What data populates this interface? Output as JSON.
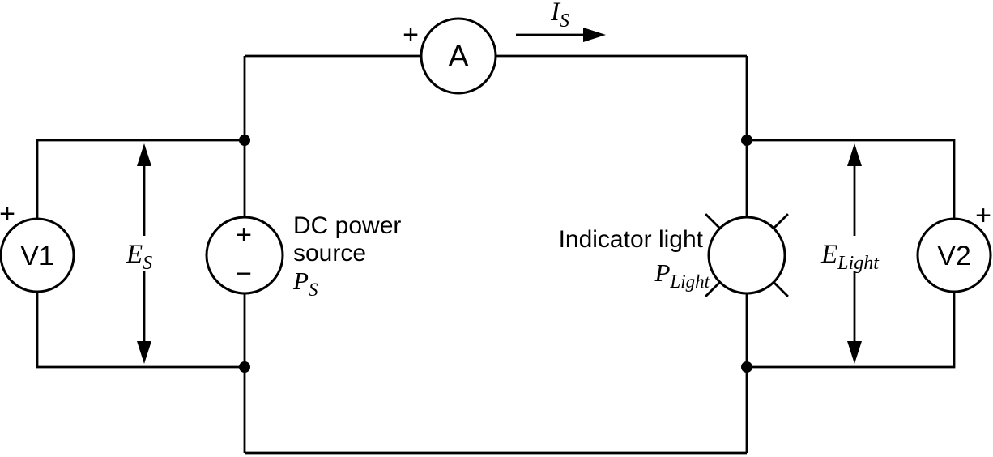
{
  "diagram": {
    "colors": {
      "ink": "#000000",
      "background": "#ffffff"
    },
    "ammeter": {
      "label": "A",
      "polarity": "+"
    },
    "current_arrow": {
      "symbol": "I",
      "subscript": "S"
    },
    "voltmeter_left": {
      "label": "V1",
      "polarity": "+"
    },
    "voltmeter_right": {
      "label": "V2",
      "polarity": "+"
    },
    "dc_source": {
      "name_line1": "DC power",
      "name_line2": "source",
      "power_symbol": "P",
      "power_subscript": "S",
      "plus": "+",
      "minus": "−"
    },
    "indicator_light": {
      "name": "Indicator light",
      "power_symbol": "P",
      "power_subscript": "Light"
    },
    "source_voltage_arrow": {
      "symbol": "E",
      "subscript": "S"
    },
    "light_voltage_arrow": {
      "symbol": "E",
      "subscript": "Light"
    }
  }
}
